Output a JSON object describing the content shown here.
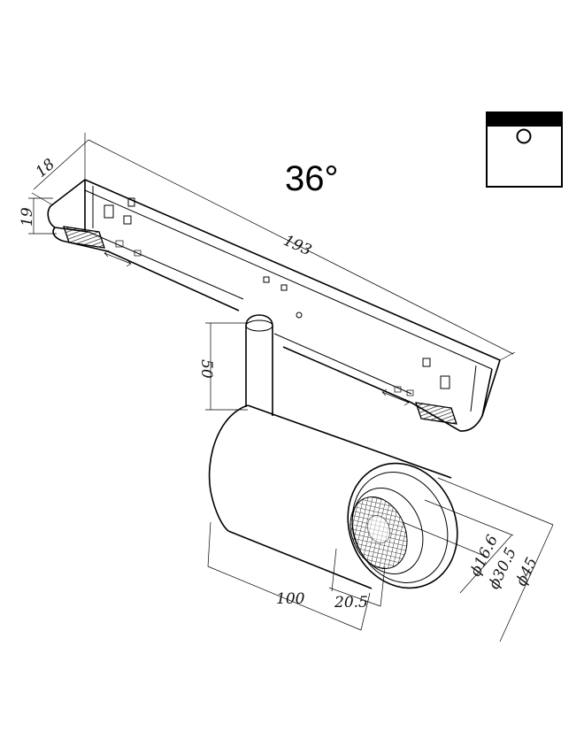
{
  "beam_angle": "36°",
  "dimensions": {
    "depth": "18",
    "height": "19",
    "length": "193",
    "stem": "50",
    "body_length": "100",
    "front_offset": "20.5",
    "inner_diameter": "ϕ16.6",
    "mid_diameter": "ϕ30.5",
    "outer_diameter": "ϕ45"
  },
  "icons": {
    "mount_icon": "surface-mount-spot-icon"
  }
}
